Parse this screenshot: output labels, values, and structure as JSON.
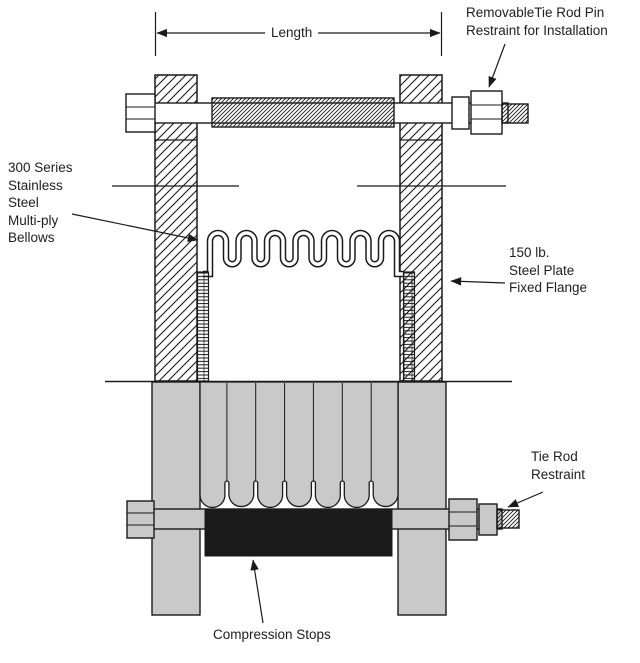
{
  "labels": {
    "length": "Length",
    "removable_pin": [
      "RemovableTie Rod Pin",
      "Restraint for Installation"
    ],
    "bellows": [
      "300 Series",
      "Stainless",
      "Steel",
      "Multi-ply",
      "Bellows"
    ],
    "fixed_flange": [
      "150 lb.",
      "Steel Plate",
      "Fixed Flange"
    ],
    "tie_rod_restraint": [
      "Tie Rod",
      "Restraint"
    ],
    "compression_stops": "Compression Stops"
  },
  "colors": {
    "line": "#1a1a1a",
    "metal_gray": "#c9c9c9",
    "compression_stop_black": "#1b1b1b",
    "background": "#ffffff"
  }
}
